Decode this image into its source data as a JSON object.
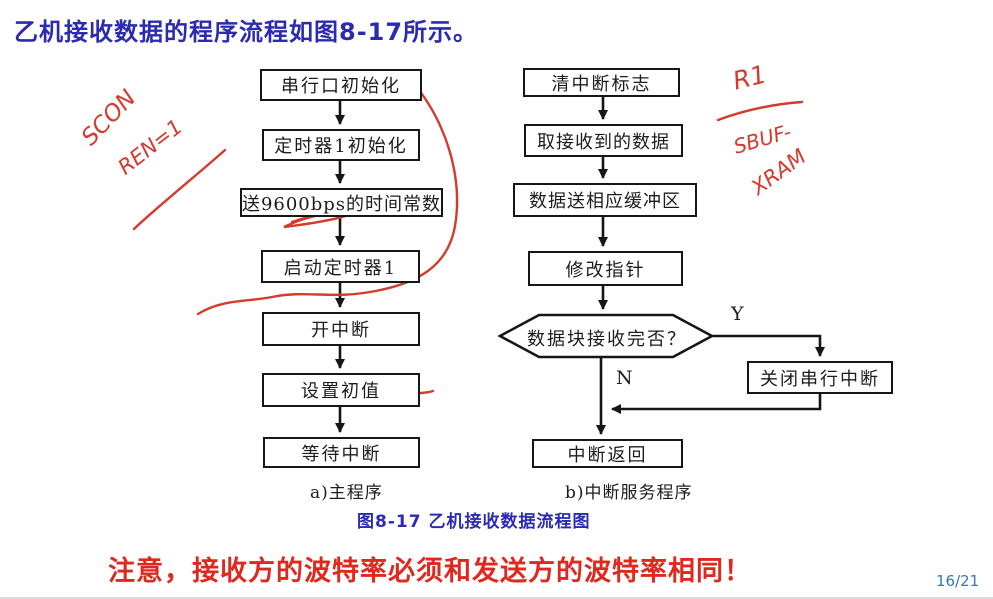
{
  "title": "乙机接收数据的程序流程如图8-17所示。",
  "flowchart_a": {
    "caption": "a)主程序",
    "boxes": [
      "串行口初始化",
      "定时器1初始化",
      "送9600bps的时间常数",
      "启动定时器1",
      "开中断",
      "设置初值",
      "等待中断"
    ]
  },
  "flowchart_b": {
    "caption": "b)中断服务程序",
    "boxes": [
      "清中断标志",
      "取接收到的数据",
      "数据送相应缓冲区",
      "修改指针"
    ],
    "decision": "数据块接收完否？",
    "yes_label": "Y",
    "no_label": "N",
    "yes_box": "关闭串行中断",
    "end_box": "中断返回"
  },
  "figure_caption": "图8-17 乙机接收数据流程图",
  "note": "注意，接收方的波特率必须和发送方的波特率相同！",
  "page_indicator": "16/21",
  "annotations": {
    "scon": "SCON",
    "ren": "REN=1",
    "r1": "R1",
    "sbuf": "SBUF-",
    "xram": "XRAM"
  },
  "colors": {
    "title_blue": "#2b2bb2",
    "note_red": "#e0281e",
    "annotation_red": "#d63a2c",
    "line_black": "#161616",
    "page_blue": "#3579b1",
    "background": "#ffffff"
  }
}
